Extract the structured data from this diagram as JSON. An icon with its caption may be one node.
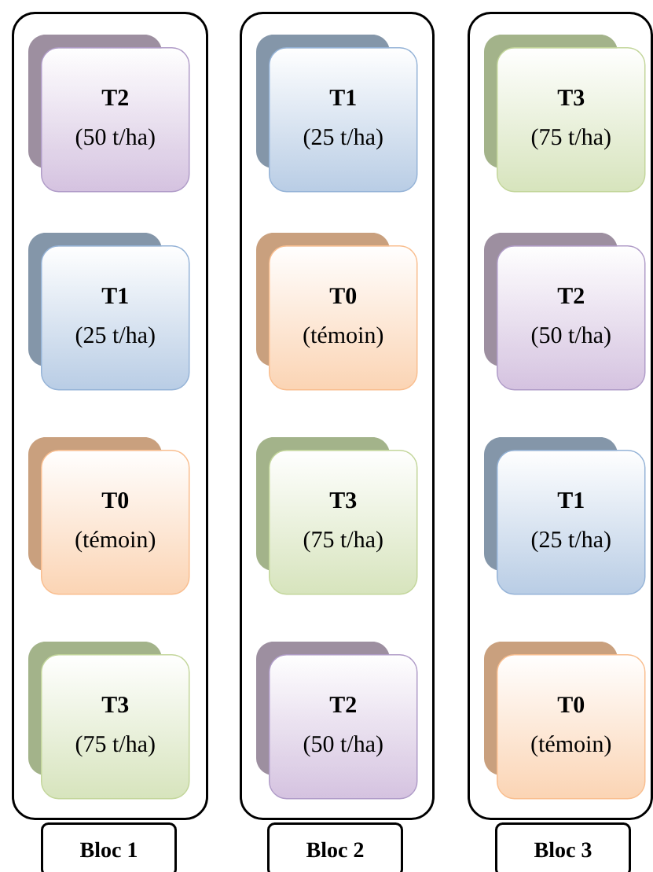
{
  "diagram": {
    "nodes": [
      {
        "text": [],
        "shape": "box"
      },
      {
        "text": [
          "T2",
          "(50 t/ha)"
        ],
        "in": 0
      },
      {
        "text": [
          "T1",
          "(25 t/ha)"
        ],
        "in": 0
      },
      {
        "text": [
          "T0",
          "(témoin)"
        ],
        "in": 0
      },
      {
        "text": [
          "T3",
          "(75 t/ha)"
        ],
        "in": 0
      },
      {
        "text": [],
        "shape": "box"
      },
      {
        "text": [
          "T1",
          "(25 t/ha)"
        ],
        "in": 5
      },
      {
        "text": [
          "T0",
          "(témoin)"
        ],
        "in": 5
      },
      {
        "text": [
          "T3",
          "(75 t/ha)"
        ],
        "in": 5
      },
      {
        "text": [
          "T2",
          "(50 t/ha)"
        ],
        "in": 5
      },
      {
        "text": [],
        "shape": "box"
      },
      {
        "text": [
          "T3",
          "(75 t/ha)"
        ],
        "in": 10
      },
      {
        "text": [
          "T2",
          "(50 t/ha)"
        ],
        "in": 10
      },
      {
        "text": [
          "T1",
          "(25 t/ha)"
        ],
        "in": 10
      },
      {
        "text": [
          "T0",
          "(témoin)"
        ],
        "in": 10
      },
      {
        "text": [
          "Bloc 1"
        ]
      },
      {
        "text": [
          "Bloc 2"
        ]
      },
      {
        "text": [
          "Bloc 3"
        ]
      }
    ]
  }
}
